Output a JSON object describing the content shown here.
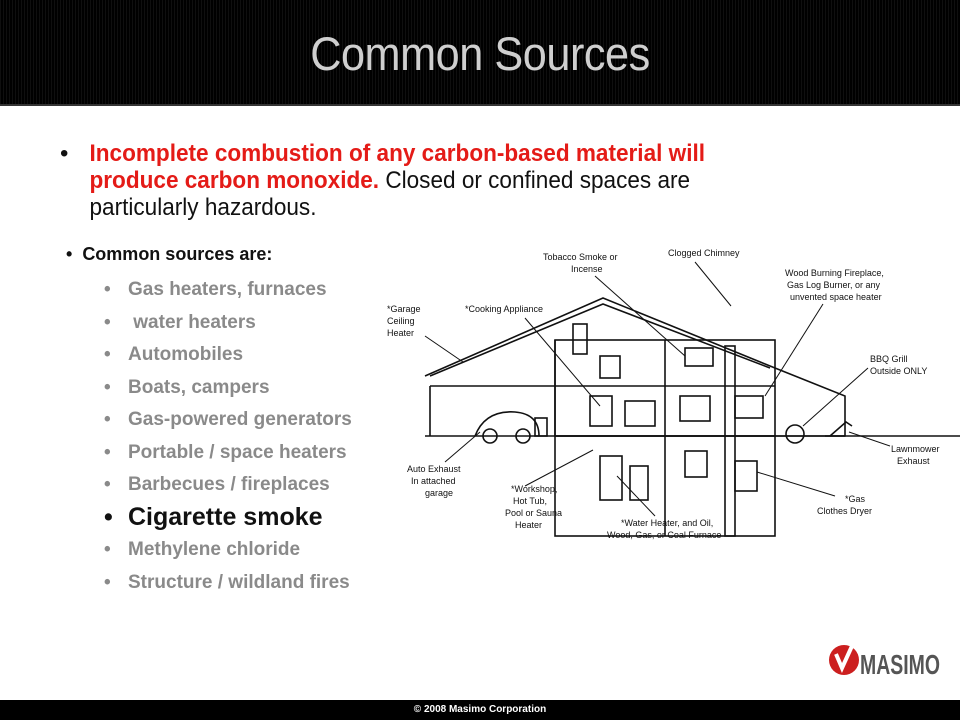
{
  "slide": {
    "title": "Common Sources",
    "main_bullet": {
      "red_text": "Incomplete combustion of any carbon-based material will produce carbon monoxide.",
      "black_text": " Closed or confined spaces are particularly hazardous."
    },
    "sub_heading": "Common sources are:",
    "sources": [
      "Gas heaters, furnaces",
      " water heaters",
      "Automobiles",
      "Boats, campers",
      "Gas-powered generators",
      "Portable / space heaters",
      "Barbecues / fireplaces",
      "Cigarette smoke",
      "Methylene chloride",
      "Structure / wildland fires"
    ],
    "emphasized_source_index": 7,
    "diagram_labels": {
      "tobacco": [
        "Tobacco Smoke or",
        "Incense"
      ],
      "chimney": "Clogged Chimney",
      "fireplace": [
        "Wood Burning Fireplace,",
        "Gas Log Burner, or any",
        "unvented space heater"
      ],
      "garage_heater": [
        "*Garage",
        "Ceiling",
        "Heater"
      ],
      "cooking": "*Cooking Appliance",
      "bbq": [
        "BBQ Grill",
        "Outside ONLY"
      ],
      "lawnmower": [
        "Lawnmower",
        "Exhaust"
      ],
      "auto": [
        "Auto Exhaust",
        "In attached",
        "garage"
      ],
      "workshop": [
        "*Workshop,",
        "Hot Tub,",
        "Pool or Sauna",
        "Heater"
      ],
      "water_heater": [
        "*Water Heater, and Oil,",
        "Wood, Gas, or Coal Furnace"
      ],
      "dryer": [
        "*Gas",
        "Clothes Dryer"
      ]
    },
    "logo_text": "MASIMO",
    "footer": "© 2008 Masimo Corporation",
    "colors": {
      "title": "#cfcfcf",
      "accent_red": "#e41b17",
      "list_gray": "#8a8a8a"
    }
  }
}
